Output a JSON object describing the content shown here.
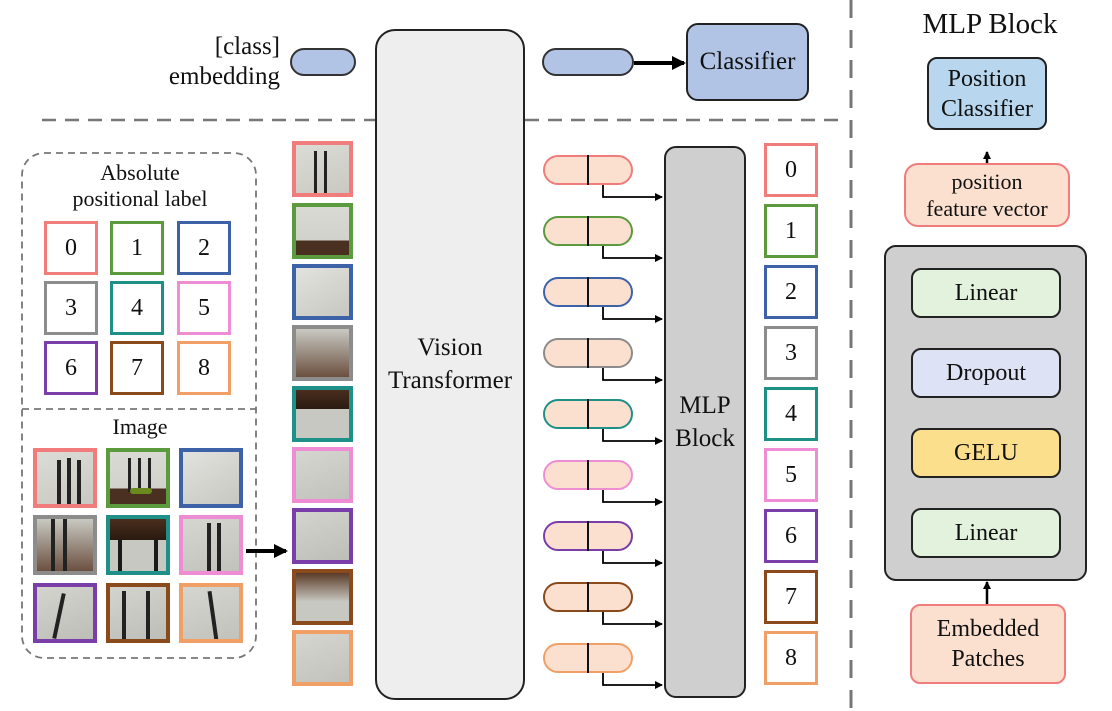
{
  "class_embedding": {
    "label_line1": "[class]",
    "label_line2": "embedding"
  },
  "classifier": {
    "label": "Classifier"
  },
  "vision_transformer": {
    "line1": "Vision",
    "line2": "Transformer"
  },
  "mlp_block_center": {
    "line1": "MLP",
    "line2": "Block"
  },
  "abs_label": {
    "title_line1": "Absolute",
    "title_line2": "positional label",
    "labels": [
      "0",
      "1",
      "2",
      "3",
      "4",
      "5",
      "6",
      "7",
      "8"
    ]
  },
  "image_panel": {
    "title": "Image"
  },
  "colors": [
    "#f07c7c",
    "#5c9a3e",
    "#3e62a8",
    "#8c8c8c",
    "#1f9088",
    "#ef8dd4",
    "#7a3ea8",
    "#8b4a1c",
    "#f0a066"
  ],
  "accent_colors": {
    "class_embedding": "#b2c4e6",
    "position_token": "#fbe0d0",
    "vit_fill": "#eeeeee",
    "mlp_fill": "#cfcfcf",
    "position_classifier": "#b8d7ee",
    "position_feature": "#fbe0d0",
    "linear": "#e2f2dc",
    "dropout": "#dde2f4",
    "gelu": "#fbdf8c"
  },
  "output_labels": [
    "0",
    "1",
    "2",
    "3",
    "4",
    "5",
    "6",
    "7",
    "8"
  ],
  "mlp_panel": {
    "title": "MLP Block",
    "position_classifier_line1": "Position",
    "position_classifier_line2": "Classifier",
    "feature_line1": "position",
    "feature_line2": "feature vector",
    "linear_top": "Linear",
    "dropout": "Dropout",
    "gelu": "GELU",
    "linear_bottom": "Linear",
    "embedded_line1": "Embedded",
    "embedded_line2": "Patches"
  }
}
